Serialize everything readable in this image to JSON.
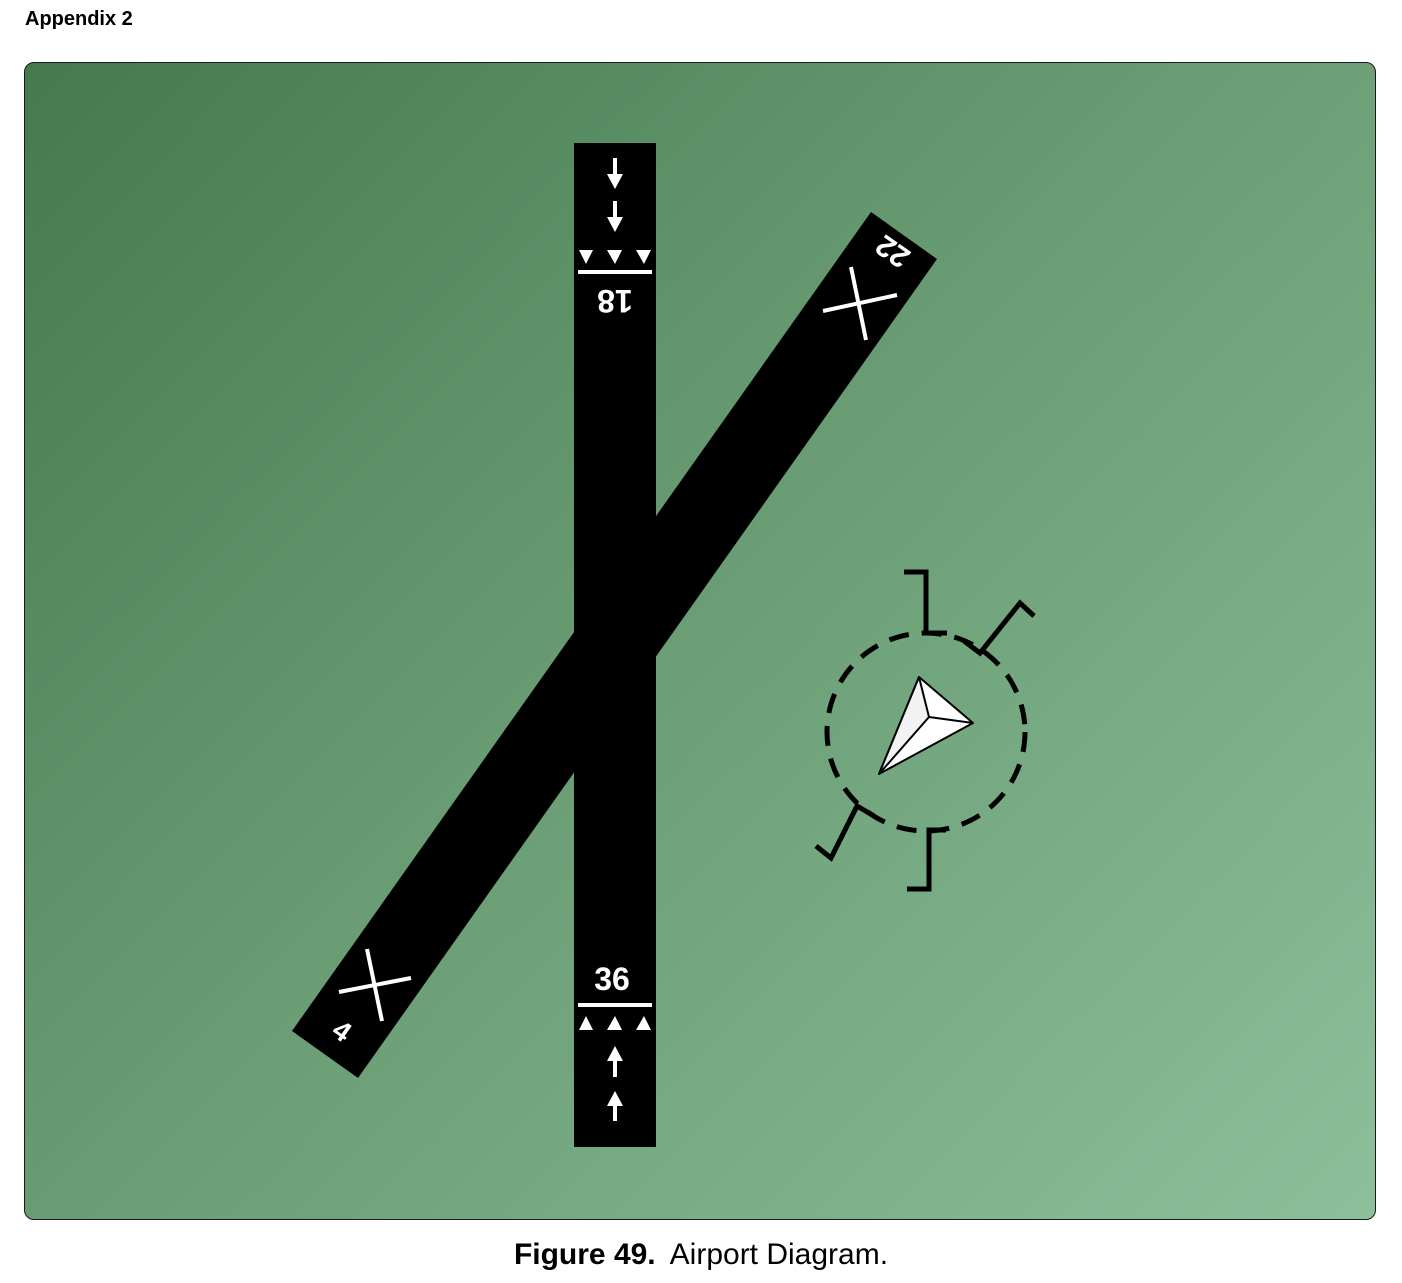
{
  "header": {
    "label": "Appendix 2"
  },
  "diagram": {
    "runways": [
      {
        "id": "runway-18-36",
        "ends": [
          "18",
          "36"
        ]
      },
      {
        "id": "runway-4-22",
        "ends": [
          "4",
          "22"
        ],
        "closed": true
      }
    ],
    "markings": {
      "closed_runway": "x-marker-icon",
      "threshold": "threshold-arrow-icon",
      "approach": "approach-arrow-icon",
      "wind_indicator": "tetrahedron-icon",
      "segmented_circle": "segmented-circle-icon"
    },
    "colors": {
      "field": "#5f9469",
      "runway": "#000000",
      "marking": "#ffffff"
    }
  },
  "caption": {
    "number": "Figure 49.",
    "text": "Airport Diagram."
  }
}
